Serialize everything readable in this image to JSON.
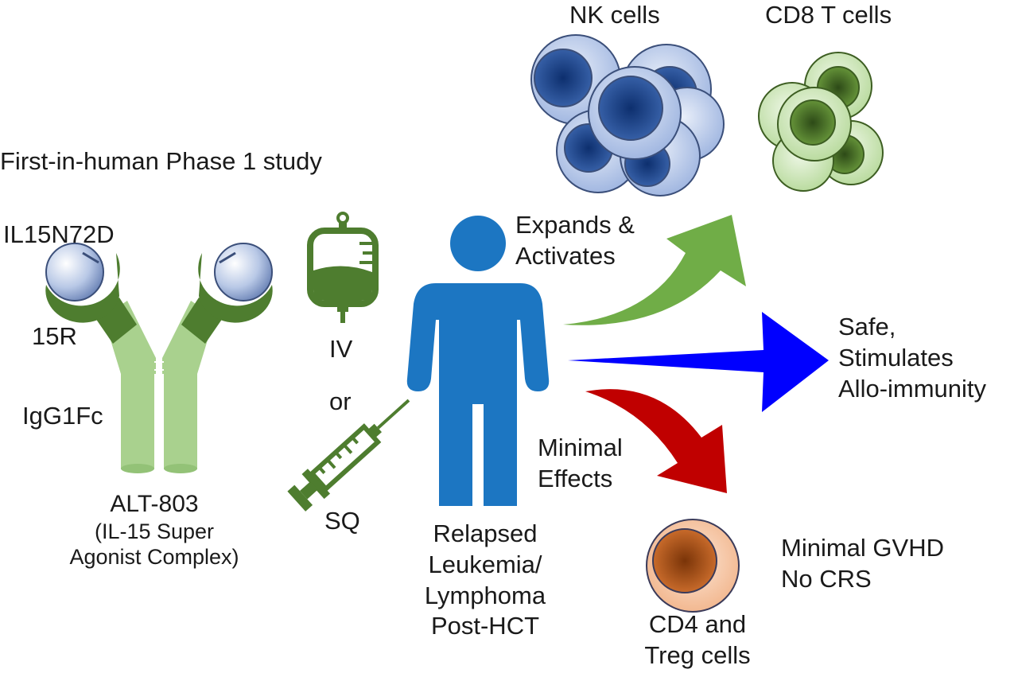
{
  "title": "First-in-human Phase 1 study",
  "molecule": {
    "domain_label": "IL15N72D",
    "receptor_label": "15R",
    "fc_label": "IgG1Fc",
    "name_lines": [
      "ALT-803",
      "(IL-15 Super",
      "Agonist Complex)"
    ]
  },
  "routes": {
    "iv": "IV",
    "or": "or",
    "sq": "SQ"
  },
  "patient": {
    "lines": [
      "Relapsed",
      "Leukemia/",
      "Lymphoma",
      "Post-HCT"
    ]
  },
  "effects": {
    "expands_lines": [
      "Expands &",
      "Activates"
    ],
    "minimal_lines": [
      "Minimal",
      "Effects"
    ],
    "outcome_lines": [
      "Safe,",
      "Stimulates",
      "Allo-immunity"
    ]
  },
  "cells": {
    "nk": "NK cells",
    "cd8": "CD8 T cells",
    "cd4_lines": [
      "CD4 and",
      "Treg cells"
    ]
  },
  "gvhd": {
    "lines": [
      "Minimal GVHD",
      "No CRS"
    ]
  },
  "colors": {
    "dark_green": "#4e7d2f",
    "light_green": "#a9d18e",
    "person_blue": "#1c76c2",
    "arrow_blue": "#0000ff",
    "arrow_red": "#c00000",
    "arrow_green": "#70ad47",
    "nk_blue": "#1f4e8c",
    "cd8_green": "#4f7b2a",
    "cd4_orange": "#c55a11"
  }
}
